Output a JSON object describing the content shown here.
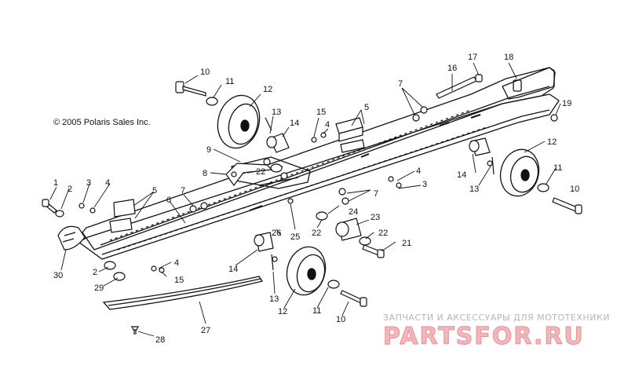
{
  "copyright": "© 2005 Polaris Sales Inc.",
  "watermark": {
    "caption": "ЗАПЧАСТИ И АКСЕССУАРЫ ДЛЯ МОТОТЕХНИКИ",
    "brand": "PARTSFOR.RU"
  },
  "callouts": [
    "10",
    "11",
    "12",
    "13",
    "14",
    "15",
    "4",
    "5",
    "16",
    "17",
    "18",
    "7",
    "19",
    "9",
    "8",
    "22",
    "12",
    "14",
    "4",
    "3",
    "13",
    "11",
    "10",
    "1",
    "2",
    "3",
    "4",
    "5",
    "6",
    "7",
    "7",
    "24",
    "23",
    "22",
    "25",
    "26",
    "22",
    "21",
    "4",
    "15",
    "2",
    "29",
    "30",
    "14",
    "13",
    "12",
    "11",
    "10",
    "27",
    "28"
  ]
}
